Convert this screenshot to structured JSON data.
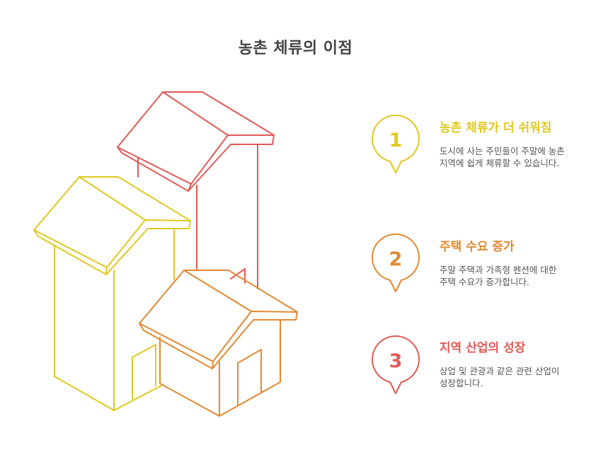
{
  "title": "농촌 체류의 이점",
  "colors": {
    "title": "#444444",
    "yellow": "#e0c81f",
    "orange": "#e08a33",
    "red": "#e05a57",
    "text": "#555555"
  },
  "items": [
    {
      "number": "1",
      "icon": "map-pin-icon",
      "title": "농촌 체류가 더 쉬워짐",
      "description": "도시에 사는 주민들이 주말에 농촌 지역에 쉽게 체류할 수 있습니다.",
      "color": "#e0c81f"
    },
    {
      "number": "2",
      "icon": "map-pin-icon",
      "title": "주택 수요 증가",
      "description": "주말 주택과 가족형 펜션에 대한 주택 수요가 증가합니다.",
      "color": "#e08a33"
    },
    {
      "number": "3",
      "icon": "map-pin-icon",
      "title": "지역 산업의 성장",
      "description": "상업 및 관광과 같은 관련 산업이 성장합니다.",
      "color": "#e05a57"
    }
  ],
  "illustration": {
    "houses": [
      {
        "name": "tall-red-house",
        "color": "#e05a57"
      },
      {
        "name": "yellow-house",
        "color": "#e0c81f"
      },
      {
        "name": "orange-house",
        "color": "#e08a33"
      }
    ]
  }
}
